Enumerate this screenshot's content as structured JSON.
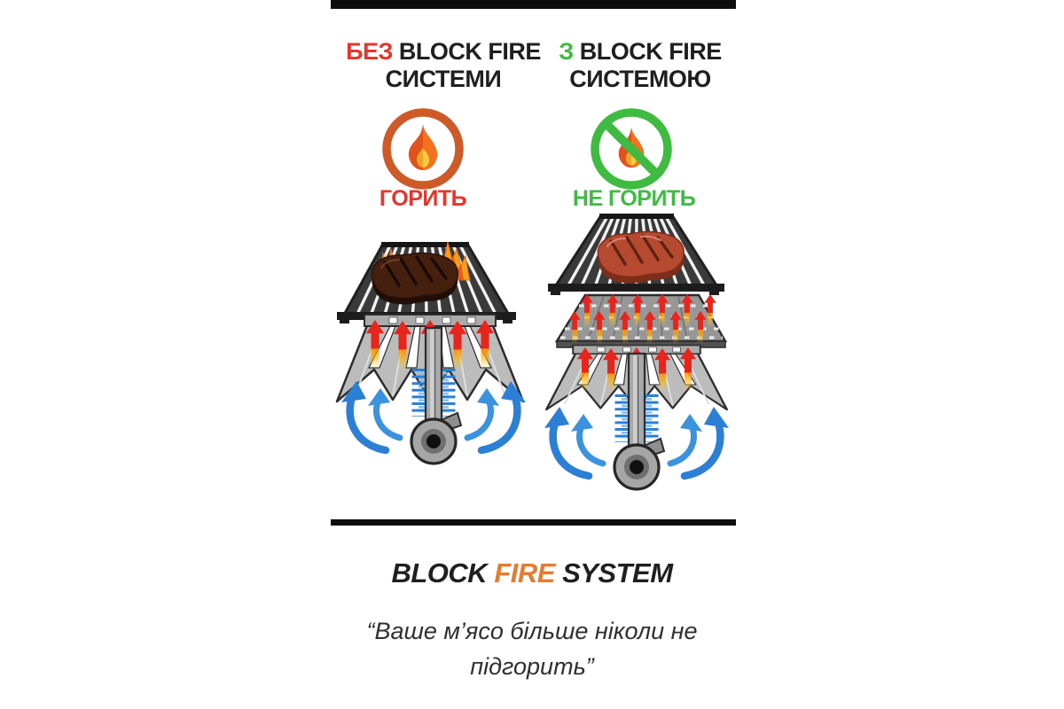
{
  "page": {
    "background": "#ffffff"
  },
  "colors": {
    "page_bg": "#ffffff",
    "bar_black": "#0d0d0d",
    "text_dark": "#1f1f1f",
    "quote_gray": "#2f2f2f",
    "red": "#e6352b",
    "green": "#3fbb41",
    "ring_orange": "#cd5a27",
    "brand_orange": "#e87a2e",
    "blue": "#2b7fd4",
    "flame_red": "#e8251c"
  },
  "columns": {
    "left": {
      "title_accent": "БЕЗ",
      "title_rest": "BLOCK FIRE",
      "title_line2": "СИСТЕМИ",
      "icon": "fire-icon",
      "status_label": "ГОРИТЬ"
    },
    "right": {
      "title_accent": "З",
      "title_rest": "BLOCK FIRE",
      "title_line2": "СИСТЕМОЮ",
      "icon": "no-fire-icon",
      "status_label": "НЕ ГОРИТЬ"
    }
  },
  "footer": {
    "brand_word1": "BLOCK",
    "brand_word2": "FIRE",
    "brand_word3": "SYSTEM",
    "quote_line1": "“Ваше м’ясо більше ніколи не",
    "quote_line2": "підгорить”"
  }
}
